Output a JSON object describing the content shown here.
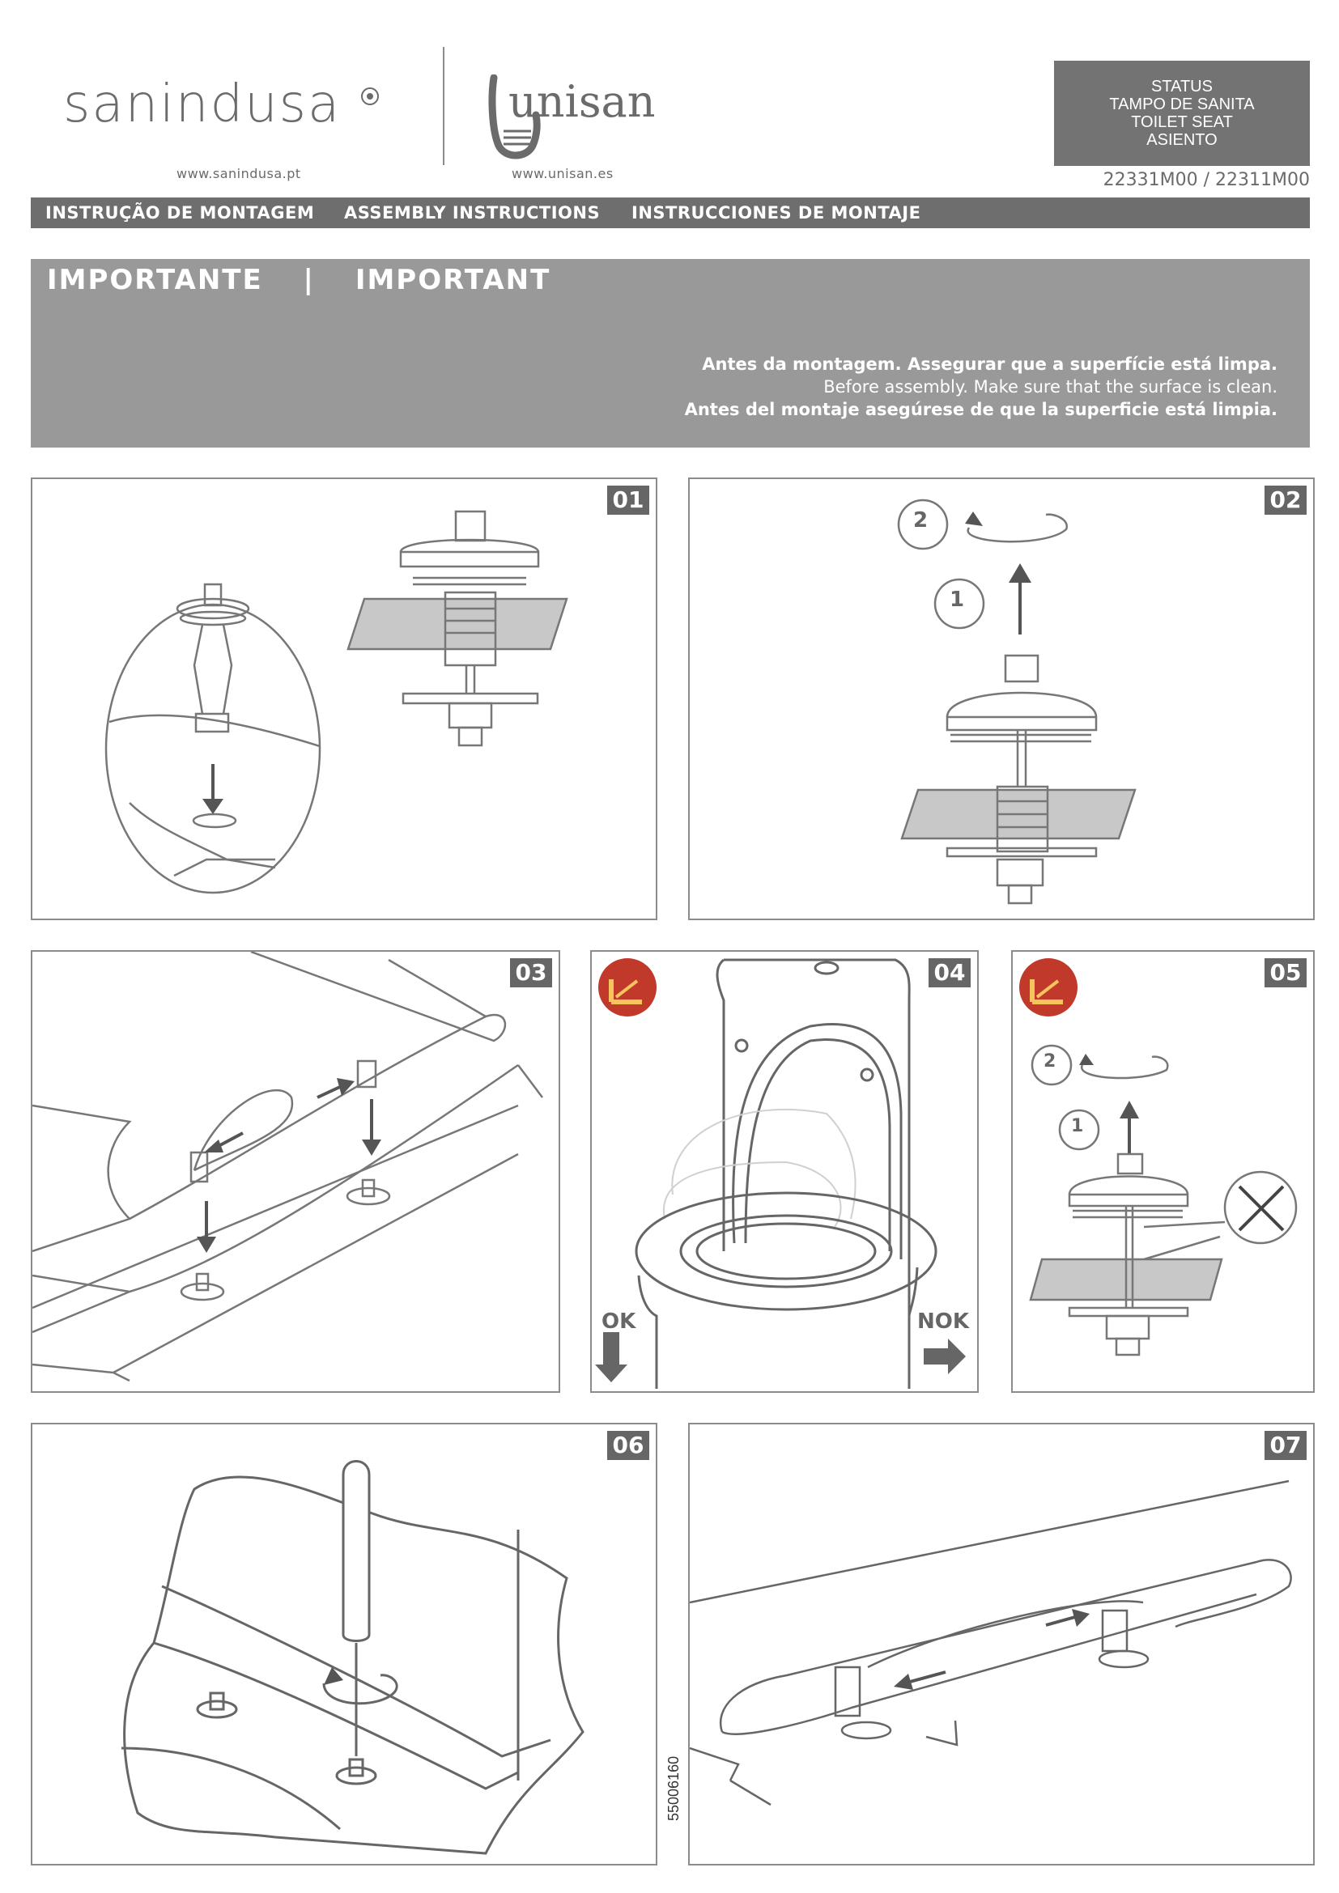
{
  "brand": {
    "sanindusa_logo": "sanindusa",
    "sanindusa_web": "www.sanindusa.pt",
    "unisan_logo": "unisan",
    "unisan_web": "www.unisan.es"
  },
  "status_box": {
    "line1": "STATUS",
    "line2": "TAMPO DE SANITA",
    "line3": "TOILET SEAT",
    "line4": "ASIENTO"
  },
  "product_codes": "22331M00 / 22311M00",
  "instruction_bar": {
    "pt": "INSTRUÇÃO DE MONTAGEM",
    "en": "ASSEMBLY INSTRUCTIONS",
    "es": "INSTRUCCIONES DE MONTAJE"
  },
  "important": {
    "title_pt": "IMPORTANTE",
    "separator": "|",
    "title_en": "IMPORTANT",
    "line_pt": "Antes da montagem. Assegurar que a superfície está limpa.",
    "line_en": "Before assembly. Make sure that the surface is clean.",
    "line_es": "Antes del montaje asegúrese de que la superficie está limpia."
  },
  "steps": [
    {
      "number": "01"
    },
    {
      "number": "02",
      "callouts": [
        "2",
        "1"
      ]
    },
    {
      "number": "03"
    },
    {
      "number": "04",
      "badge": "SLOW CLOSE",
      "ok": "OK",
      "nok": "NOK"
    },
    {
      "number": "05",
      "badge": "SLOW CLOSE",
      "callouts": [
        "2",
        "1"
      ]
    },
    {
      "number": "06"
    },
    {
      "number": "07"
    }
  ],
  "document_number": "55006160",
  "colors": {
    "bar": "#6e6e6e",
    "important_bg": "#999999",
    "status_bg": "#737373",
    "line": "#777777",
    "badge": "#c0392b"
  }
}
